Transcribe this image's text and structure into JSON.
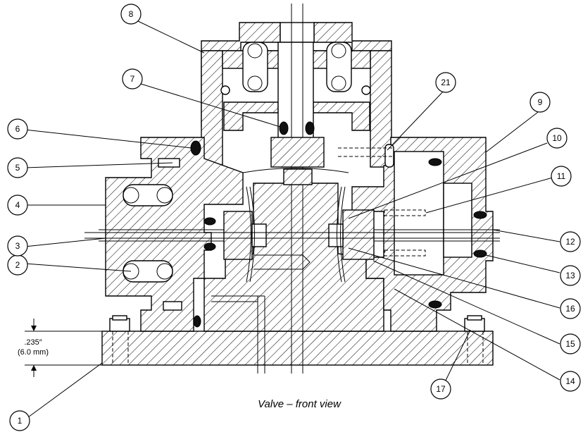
{
  "caption": "Valve – front view",
  "dimension": {
    "inch": ".235″",
    "mm": "(6.0 mm)"
  },
  "balloons": [
    "1",
    "2",
    "3",
    "4",
    "5",
    "6",
    "7",
    "8",
    "9",
    "10",
    "11",
    "12",
    "13",
    "14",
    "15",
    "16",
    "17",
    "21"
  ]
}
